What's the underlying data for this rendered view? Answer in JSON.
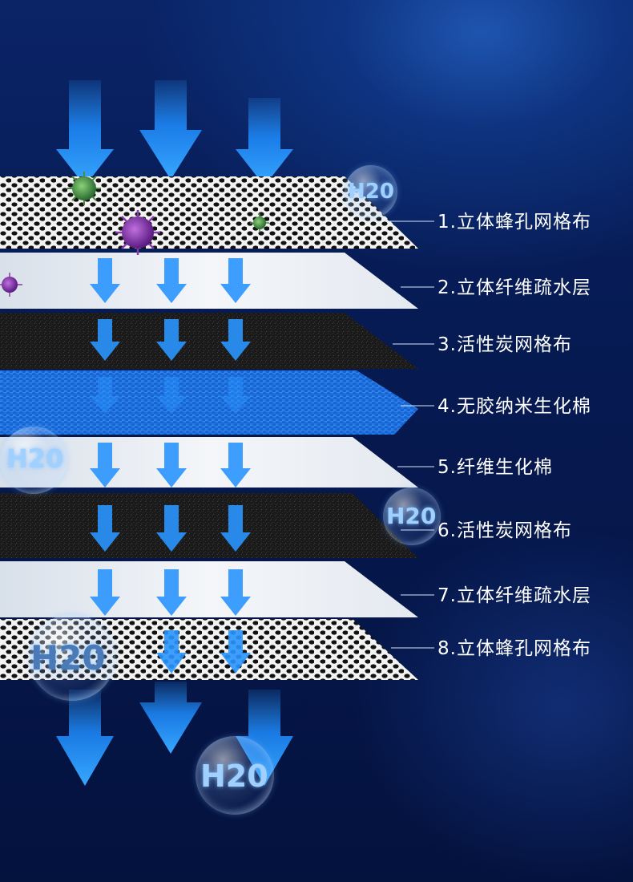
{
  "layers": [
    {
      "label": "1.立体蜂孔网格布",
      "material": "mesh"
    },
    {
      "label": "2.立体纤维疏水层",
      "material": "white"
    },
    {
      "label": "3.活性炭网格布",
      "material": "carbon"
    },
    {
      "label": "4.无胶纳米生化棉",
      "material": "blue"
    },
    {
      "label": "5.纤维生化棉",
      "material": "white"
    },
    {
      "label": "6.活性炭网格布",
      "material": "carbon"
    },
    {
      "label": "7.立体纤维疏水层",
      "material": "white"
    },
    {
      "label": "8.立体蜂孔网格布",
      "material": "mesh"
    }
  ],
  "bubble_text": "H20",
  "colors": {
    "background": "#061a52",
    "arrow": "#1e8cff",
    "label": "#ffffff",
    "mesh": "#1a1a1a",
    "blue_layer": "#1a6ad8",
    "carbon": "#1c1c1c",
    "white_layer": "#e8edf3"
  }
}
